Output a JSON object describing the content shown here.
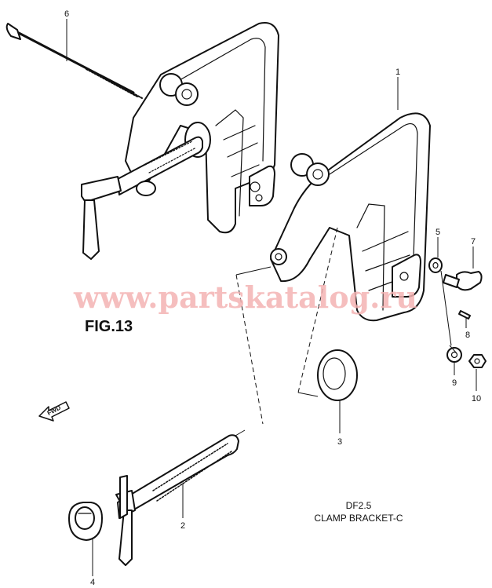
{
  "figure_label": "FIG.13",
  "watermark": "www.partskatalog.ru",
  "caption": {
    "model": "DF2.5",
    "title": "CLAMP BRACKET-C"
  },
  "fwd_label": "FWD",
  "callouts": {
    "p1": "1",
    "p2": "2",
    "p3": "3",
    "p4": "4",
    "p5": "5",
    "p6": "6",
    "p7": "7",
    "p8": "8",
    "p9": "9",
    "p10": "10"
  }
}
